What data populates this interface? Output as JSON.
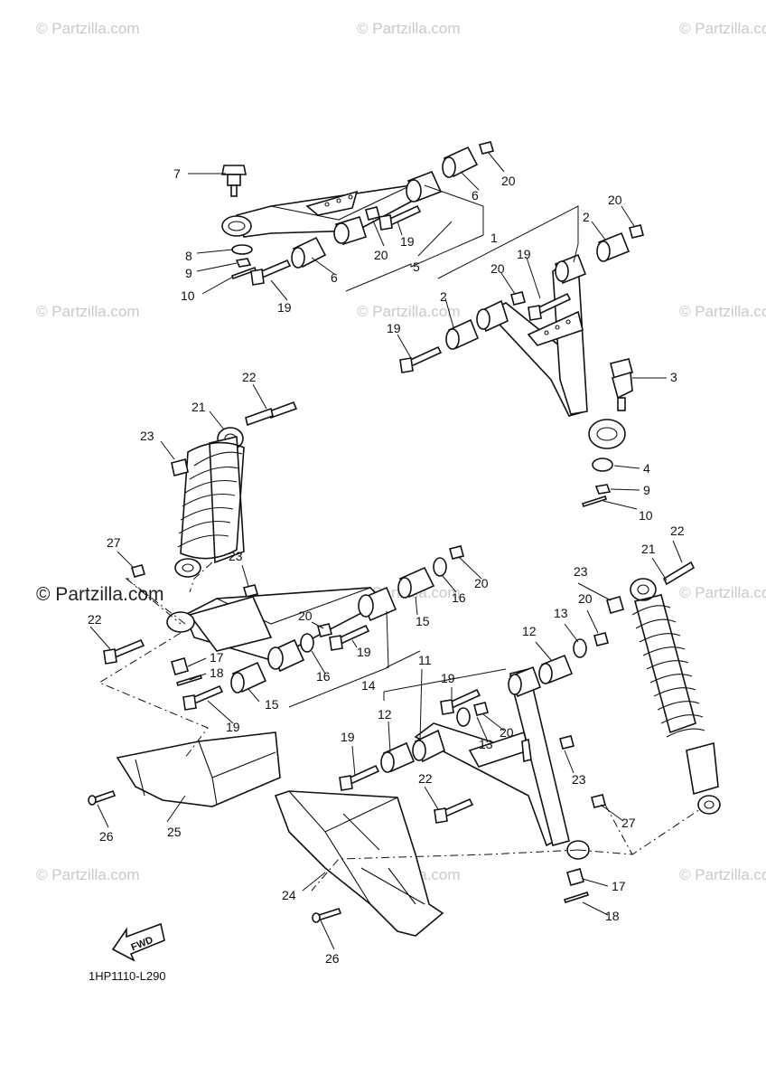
{
  "watermark": "© Partzilla.com",
  "diagram_code": "1HP1110-L290",
  "fwd_label": "FWD",
  "callouts": {
    "c1": "1",
    "c2a": "2",
    "c2b": "2",
    "c3": "3",
    "c4": "4",
    "c5": "5",
    "c6a": "6",
    "c6b": "6",
    "c7": "7",
    "c8": "8",
    "c9a": "9",
    "c9b": "9",
    "c10a": "10",
    "c10b": "10",
    "c11": "11",
    "c12a": "12",
    "c12b": "12",
    "c13a": "13",
    "c13b": "13",
    "c14": "14",
    "c15a": "15",
    "c15b": "15",
    "c16a": "16",
    "c16b": "16",
    "c17a": "17",
    "c17b": "17",
    "c18a": "18",
    "c18b": "18",
    "c19a": "19",
    "c19b": "19",
    "c19c": "19",
    "c19d": "19",
    "c19e": "19",
    "c19f": "19",
    "c19g": "19",
    "c20a": "20",
    "c20b": "20",
    "c20c": "20",
    "c20d": "20",
    "c20e": "20",
    "c20f": "20",
    "c20g": "20",
    "c20h": "20",
    "c21a": "21",
    "c21b": "21",
    "c22a": "22",
    "c22b": "22",
    "c22c": "22",
    "c22d": "22",
    "c23a": "23",
    "c23b": "23",
    "c23c": "23",
    "c23d": "23",
    "c24": "24",
    "c25": "25",
    "c26a": "26",
    "c26b": "26",
    "c27a": "27",
    "c27b": "27"
  }
}
